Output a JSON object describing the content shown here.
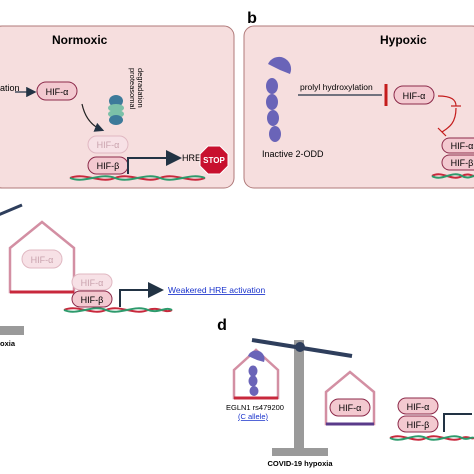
{
  "panels": {
    "b_letter": "b",
    "d_letter": "d",
    "normoxic": {
      "title": "Normoxic",
      "arrow_text": "ation",
      "hif_alpha": "HIF-α",
      "degradation": "proteasomal",
      "degradation2": "degradation",
      "hif_alpha_faded": "HIF-α",
      "hif_beta": "HIF-β",
      "hre": "HRE",
      "stop": "STOP"
    },
    "hypoxic": {
      "title": "Hypoxic",
      "prolyl": "prolyl hydroxylation",
      "hif_alpha": "HIF-α",
      "inactive": "Inactive 2-ODD",
      "hif_alpha2": "HIF-α",
      "hif_beta": "HIF-β"
    },
    "c": {
      "house_hif": "HIF-α",
      "hif_alpha_faded": "HIF-α",
      "hif_beta": "HIF-β",
      "weakened": "Weakered HRE activation",
      "hypoxia_label": "oxia"
    },
    "d": {
      "egln_label": "EGLN1 rs479200",
      "allele": "(C allele)",
      "house_hif": "HIF-α",
      "hif_alpha": "HIF-α",
      "hif_beta": "HIF-β",
      "covid": "COVID-19 hypoxia"
    }
  },
  "colors": {
    "panel_fill": "#f6dede",
    "panel_stroke": "#b07a7a",
    "pill_fill": "#f3c9d0",
    "pill_stroke": "#8c2a4a",
    "faded_fill": "#f7e1e6",
    "dna_red": "#c8283c",
    "dna_green": "#2e9a6c",
    "arrow": "#223344",
    "stop_red": "#c8102e",
    "purple": "#6a64b8",
    "inhibit_red": "#c41c1c",
    "link_blue": "#1a33cc"
  }
}
